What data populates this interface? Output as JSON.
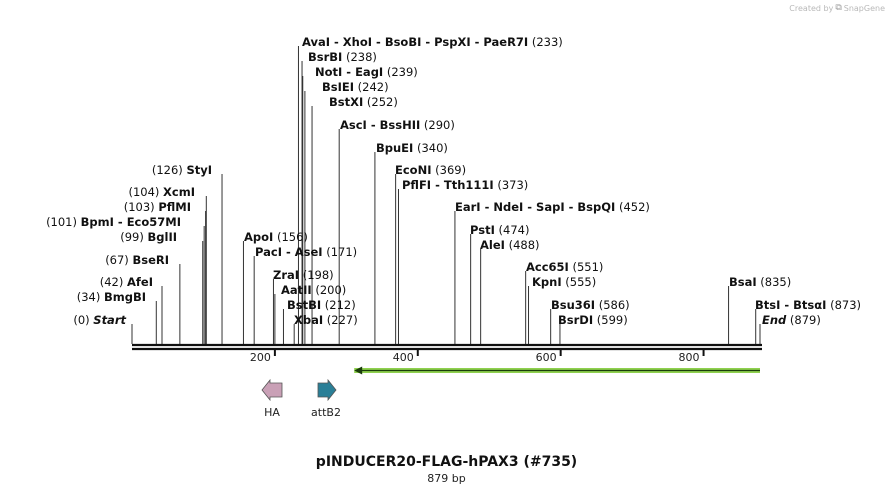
{
  "credit": {
    "prefix": "Created by",
    "brand": "SnapGene"
  },
  "map": {
    "title": "pINDUCER20-FLAG-hPAX3 (#735)",
    "length_label": "879 bp",
    "length": 879,
    "ticks": [
      "200",
      "400",
      "600",
      "800"
    ],
    "tick_values": [
      200,
      400,
      600,
      800
    ],
    "start_label": "Start",
    "start_pos": "(0)",
    "end_label": "End",
    "end_pos": "(879)",
    "sites": [
      {
        "pos": 233,
        "names": [
          "AvaI",
          "XhoI",
          "BsoBI",
          "PspXI",
          "PaeR7I"
        ],
        "pos_label": "(233)",
        "side": "right"
      },
      {
        "pos": 238,
        "names": [
          "BsrBI"
        ],
        "pos_label": "(238)",
        "side": "right"
      },
      {
        "pos": 239,
        "names": [
          "NotI",
          "EagI"
        ],
        "pos_label": "(239)",
        "side": "right"
      },
      {
        "pos": 242,
        "names": [
          "BsIEI"
        ],
        "pos_label": "(242)",
        "side": "right"
      },
      {
        "pos": 252,
        "names": [
          "BstXI"
        ],
        "pos_label": "(252)",
        "side": "right"
      },
      {
        "pos": 290,
        "names": [
          "AscI",
          "BssHII"
        ],
        "pos_label": "(290)",
        "side": "right"
      },
      {
        "pos": 340,
        "names": [
          "BpuEI"
        ],
        "pos_label": "(340)",
        "side": "right"
      },
      {
        "pos": 369,
        "names": [
          "EcoNI"
        ],
        "pos_label": "(369)",
        "side": "right"
      },
      {
        "pos": 373,
        "names": [
          "PflFI",
          "Tth111I"
        ],
        "pos_label": "(373)",
        "side": "right"
      },
      {
        "pos": 452,
        "names": [
          "EarI",
          "NdeI",
          "SapI",
          "BspQI"
        ],
        "pos_label": "(452)",
        "side": "right"
      },
      {
        "pos": 474,
        "names": [
          "PstI"
        ],
        "pos_label": "(474)",
        "side": "right"
      },
      {
        "pos": 488,
        "names": [
          "AleI"
        ],
        "pos_label": "(488)",
        "side": "right"
      },
      {
        "pos": 551,
        "names": [
          "Acc65I"
        ],
        "pos_label": "(551)",
        "side": "right"
      },
      {
        "pos": 555,
        "names": [
          "KpnI"
        ],
        "pos_label": "(555)",
        "side": "right"
      },
      {
        "pos": 586,
        "names": [
          "Bsu36I"
        ],
        "pos_label": "(586)",
        "side": "right"
      },
      {
        "pos": 599,
        "names": [
          "BsrDI"
        ],
        "pos_label": "(599)",
        "side": "right"
      },
      {
        "pos": 835,
        "names": [
          "BsaI"
        ],
        "pos_label": "(835)",
        "side": "right"
      },
      {
        "pos": 873,
        "names": [
          "BtsI",
          "BtsαI"
        ],
        "pos_label": "(873)",
        "side": "right"
      },
      {
        "pos": 156,
        "names": [
          "ApoI"
        ],
        "pos_label": "(156)",
        "side": "right"
      },
      {
        "pos": 171,
        "names": [
          "PacI",
          "AseI"
        ],
        "pos_label": "(171)",
        "side": "right"
      },
      {
        "pos": 198,
        "names": [
          "ZraI"
        ],
        "pos_label": "(198)",
        "side": "right"
      },
      {
        "pos": 200,
        "names": [
          "AatII"
        ],
        "pos_label": "(200)",
        "side": "right"
      },
      {
        "pos": 212,
        "names": [
          "BstBI"
        ],
        "pos_label": "(212)",
        "side": "right"
      },
      {
        "pos": 227,
        "names": [
          "XbaI"
        ],
        "pos_label": "(227)",
        "side": "right"
      },
      {
        "pos": 126,
        "names": [
          "StyI"
        ],
        "pos_label": "(126)",
        "side": "left"
      },
      {
        "pos": 104,
        "names": [
          "XcmI"
        ],
        "pos_label": "(104)",
        "side": "left"
      },
      {
        "pos": 103,
        "names": [
          "PflMI"
        ],
        "pos_label": "(103)",
        "side": "left"
      },
      {
        "pos": 101,
        "names": [
          "BpmI",
          "Eco57MI"
        ],
        "pos_label": "(101)",
        "side": "left"
      },
      {
        "pos": 99,
        "names": [
          "BglII"
        ],
        "pos_label": "(99)",
        "side": "left"
      },
      {
        "pos": 67,
        "names": [
          "BseRI"
        ],
        "pos_label": "(67)",
        "side": "left"
      },
      {
        "pos": 42,
        "names": [
          "AfeI"
        ],
        "pos_label": "(42)",
        "side": "left"
      },
      {
        "pos": 34,
        "names": [
          "BmgBI"
        ],
        "pos_label": "(34)",
        "side": "left"
      }
    ],
    "features": [
      {
        "name": "HA",
        "direction": "reverse",
        "color": "#c9a0b6"
      },
      {
        "name": "attB2",
        "direction": "forward",
        "color": "#2a7f97"
      }
    ],
    "orf": {
      "direction": "reverse",
      "color": "#8fd14f",
      "start": 311,
      "end": 879
    }
  }
}
